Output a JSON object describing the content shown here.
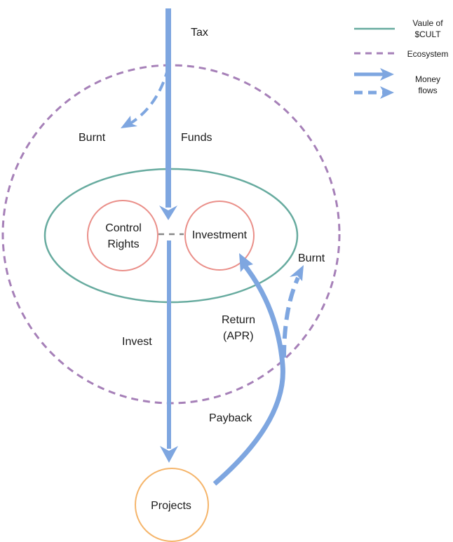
{
  "colors": {
    "money_flow": "#7ea6e0",
    "ecosystem": "#a680b8",
    "value": "#67ab9f",
    "right_circles": "#ea8f89",
    "projects": "#f5b56b",
    "text": "#1a1a1a"
  },
  "legend": {
    "value_label_line1": "Vaule of",
    "value_label_line2": "$CULT",
    "ecosystem_label": "Ecosystem",
    "money_label_line1": "Money",
    "money_label_line2": "flows"
  },
  "labels": {
    "tax": "Tax",
    "funds": "Funds",
    "burnt_top": "Burnt",
    "burnt_right": "Burnt",
    "invest": "Invest",
    "return_line1": "Return",
    "return_line2": "(APR)",
    "payback": "Payback"
  },
  "nodes": {
    "control_rights_line1": "Control",
    "control_rights_line2": "Rights",
    "investment": "Investment",
    "projects": "Projects"
  }
}
